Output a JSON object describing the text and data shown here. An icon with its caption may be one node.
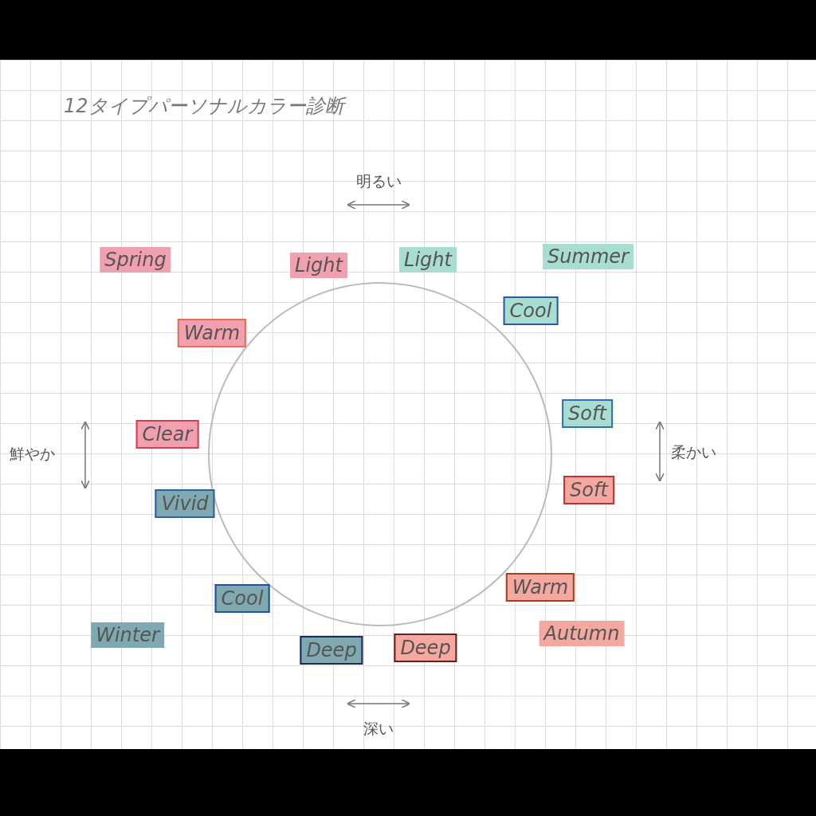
{
  "diagram": {
    "title": "12タイプパーソナルカラー診断",
    "nodes": [
      {
        "text": [
          "Spring"
        ]
      },
      {
        "text": [
          "Light"
        ]
      },
      {
        "text": [
          "Light"
        ]
      },
      {
        "text": [
          "Summer"
        ]
      },
      {
        "text": [
          "Cool"
        ]
      },
      {
        "text": [
          "Warm"
        ]
      },
      {
        "text": [
          "Clear"
        ]
      },
      {
        "text": [
          "Soft"
        ]
      },
      {
        "text": [
          "Vivid"
        ]
      },
      {
        "text": [
          "Soft"
        ]
      },
      {
        "text": [
          "Warm"
        ]
      },
      {
        "text": [
          "Cool"
        ]
      },
      {
        "text": [
          "Winter"
        ]
      },
      {
        "text": [
          "Autumn"
        ]
      },
      {
        "text": [
          "Deep"
        ]
      },
      {
        "text": [
          "Deep"
        ]
      }
    ],
    "edges": [],
    "labels": [
      "明るい",
      "鮮やか",
      "柔かい",
      "深い"
    ]
  }
}
